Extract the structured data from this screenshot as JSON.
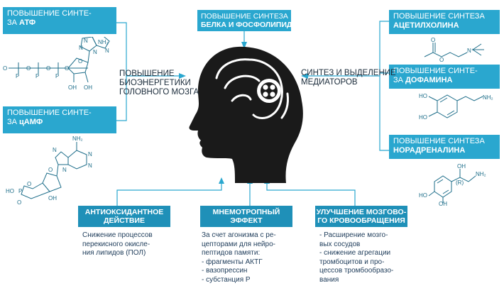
{
  "top_left_1": {
    "line1": "ПОВЫШЕНИЕ СИНТЕ-",
    "prefix": "ЗА ",
    "bold": "АТФ"
  },
  "top_left_2": {
    "line1": "ПОВЫШЕНИЕ СИНТЕ-",
    "prefix": "ЗА ",
    "bold": "цАМФ"
  },
  "top_center": {
    "line1": "ПОВЫШЕНИЕ СИНТЕЗА",
    "line2": "БЕЛКА И ФОСФОЛИПИДОВ"
  },
  "right_1": {
    "line1": "ПОВЫШЕНИЕ СИНТЕЗА",
    "bold": "АЦЕТИЛХОЛИНА"
  },
  "right_2": {
    "line1": "ПОВЫШЕНИЕ СИНТЕ-",
    "prefix": "ЗА ",
    "bold": "ДОФАМИНА"
  },
  "right_3": {
    "line1": "ПОВЫШЕНИЕ СИНТЕЗА",
    "bold": "НОРАДРЕНАЛИНА"
  },
  "left_label": [
    "ПОВЫШЕНИЕ",
    "БИОЭНЕРГЕТИКИ",
    "ГОЛОВНОГО МОЗГА"
  ],
  "right_label": [
    "СИНТЕЗ И ВЫДЕЛЕНИЕ",
    "МЕДИАТОРОВ"
  ],
  "effects": [
    {
      "title": [
        "АНТИОКСИДАНТНОЕ",
        "ДЕЙСТВИЕ"
      ],
      "text": [
        "Снижение процессов",
        "перекисного окисле-",
        "ния липидов (ПОЛ)"
      ]
    },
    {
      "title": [
        "МНЕМОТРОПНЫЙ",
        "ЭФФЕКТ"
      ],
      "text": [
        "За счет агонизма с ре-",
        "цепторами для нейро-",
        "пептидов памяти:",
        "- фрагменты АКТГ",
        "- вазопрессин",
        "- субстанция Р"
      ]
    },
    {
      "title": [
        "УЛУЧШЕНИЕ МОЗГОВО-",
        "ГО КРОВООБРАЩЕНИЯ"
      ],
      "text": [
        "- Расширение мозго-",
        "вых сосудов",
        "- снижение агрегации",
        "тромбоцитов и про-",
        "цессов тромбообразо-",
        "вания"
      ]
    }
  ],
  "molecules": {
    "atp": [
      "NH₂",
      "N",
      "N",
      "N",
      "N",
      "O",
      "O",
      "O",
      "O",
      "O",
      "P",
      "P",
      "P",
      "OH",
      "OH"
    ],
    "camp": [
      "NH₂",
      "N",
      "N",
      "N",
      "N",
      "O",
      "O",
      "P",
      "HO",
      "OH",
      "O"
    ],
    "ach": [
      "O",
      "O",
      "N⁺"
    ],
    "dopamine": [
      "HO",
      "HO",
      "NH₂"
    ],
    "noradrenaline": [
      "OH",
      "NH₂",
      "(R)",
      "HO",
      "OH"
    ]
  },
  "colors": {
    "box": "#2aa7cf",
    "dark_box": "#1f90b8",
    "head": "#1a1a1a",
    "line": "#2aa7cf"
  }
}
